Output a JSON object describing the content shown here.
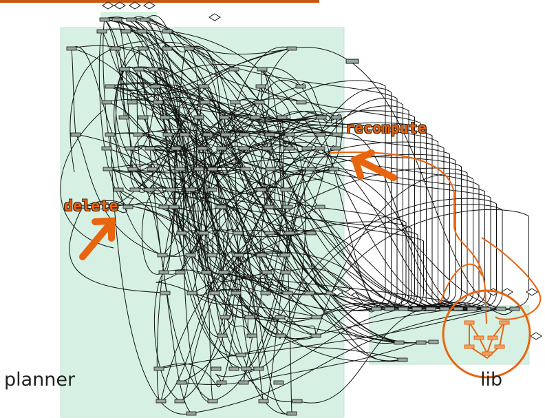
{
  "clusters": {
    "planner": "planner",
    "lib": "lib"
  },
  "annotations": {
    "delete": "delete",
    "recompute": "recompute"
  },
  "colors": {
    "cluster_fill": "#d6f1e3",
    "edge": "#111111",
    "node_fill": "#9aa6a0",
    "accent": "#e8650f",
    "top_bar": "#c8580f"
  }
}
